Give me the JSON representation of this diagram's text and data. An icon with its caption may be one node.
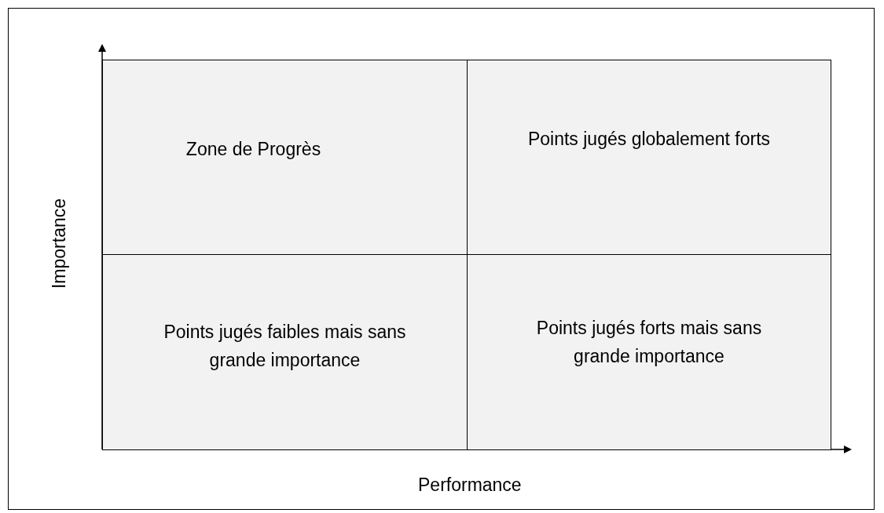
{
  "diagram": {
    "nodes": [
      {
        "text": [
          "Zone de Progrès"
        ]
      },
      {
        "text": [
          "Points jugés globalement forts"
        ]
      },
      {
        "text": [
          "Points jugés faibles mais sans grande importance"
        ]
      },
      {
        "text": [
          "Points jugés forts mais sans grande importance"
        ]
      }
    ],
    "labels": [
      "Importance",
      "Performance"
    ]
  }
}
